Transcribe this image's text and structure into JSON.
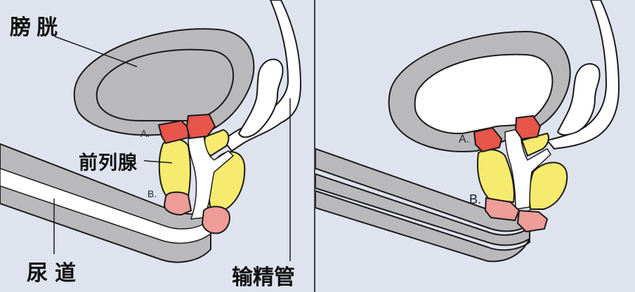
{
  "figure": {
    "panels": [
      {
        "id": "left",
        "description": "Normal state: bladder (grey interior) with closed sphincters A and B around the urethra",
        "labels": {
          "bladder": "膀胱",
          "prostate": "前列腺",
          "urethra": "尿道",
          "vas_deferens": "输精管",
          "sphincter_a": "A.",
          "sphincter_b": "B."
        }
      },
      {
        "id": "right",
        "description": "Ejaculation state: bladder (white interior), sphincter A closed and separated, sphincter B shown",
        "labels": {
          "sphincter_a": "A.",
          "sphincter_b": "B."
        }
      }
    ],
    "colors": {
      "background": "#dfe3ee",
      "tissue_grey": "#b9b9bb",
      "outline": "#1a1a1a",
      "white_tube": "#ffffff",
      "prostate_yellow": "#f6eb6f",
      "sphincter_a_red": "#e8554a",
      "sphincter_b_pink": "#ee9c98",
      "divider": "#3a3d4a"
    }
  }
}
